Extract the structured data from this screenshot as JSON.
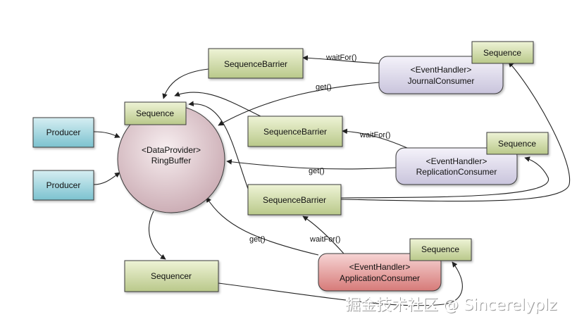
{
  "nodes": {
    "ring_buffer": {
      "line1": "<DataProvider>",
      "line2": "RingBuffer"
    },
    "ring_sequence": "Sequence",
    "producer_1": "Producer",
    "producer_2": "Producer",
    "barrier_top": "SequenceBarrier",
    "barrier_mid": "SequenceBarrier",
    "barrier_bottom": "SequenceBarrier",
    "journal_consumer": {
      "line1": "<EventHandler>",
      "line2": "JournalConsumer"
    },
    "journal_sequence": "Sequence",
    "replication_consumer": {
      "line1": "<EventHandler>",
      "line2": "ReplicationConsumer"
    },
    "replication_sequence": "Sequence",
    "application_consumer": {
      "line1": "<EventHandler>",
      "line2": "ApplicationConsumer"
    },
    "application_sequence": "Sequence",
    "sequencer": "Sequencer"
  },
  "edge_labels": {
    "journal_waitfor": "waitFor()",
    "journal_get": "get()",
    "replication_waitfor": "waitFor()",
    "replication_get": "get()",
    "application_get": "get()",
    "application_waitfor": "waitFor()"
  },
  "watermark": "掘金技术社区 @ Sincerelyplz",
  "colors": {
    "green_top": "#eef3d6",
    "green_bottom": "#b9c88a",
    "teal_top": "#d6eef2",
    "teal_bottom": "#7cc2cf",
    "lavender_top": "#f4f2fa",
    "lavender_bottom": "#c9c4dc",
    "red_top": "#f6d4d4",
    "red_bottom": "#d67a78",
    "ring_center": "#f7eef0",
    "ring_edge": "#c9a9b1",
    "stroke": "#3a3a3a"
  }
}
